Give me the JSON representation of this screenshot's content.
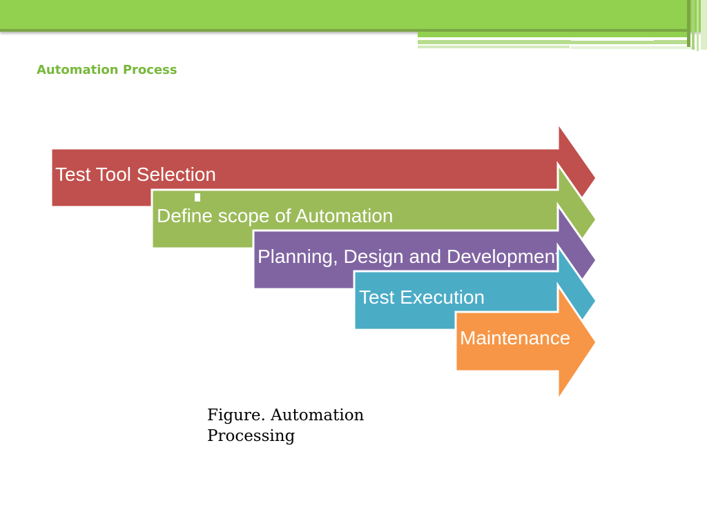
{
  "slide": {
    "title": "Automation Process",
    "caption": "Figure. Automation Processing"
  },
  "theme": {
    "band_green": "#92d050",
    "title_green": "#77b83b"
  },
  "diagram": {
    "steps": [
      {
        "label": "Test Tool Selection",
        "color": "#c0504d"
      },
      {
        "label": "Define scope of Automation",
        "color": "#9bbb59"
      },
      {
        "label": "Planning, Design and Development",
        "color": "#8064a2"
      },
      {
        "label": "Test Execution",
        "color": "#4bacc6"
      },
      {
        "label": "Maintenance",
        "color": "#f79646"
      }
    ]
  }
}
